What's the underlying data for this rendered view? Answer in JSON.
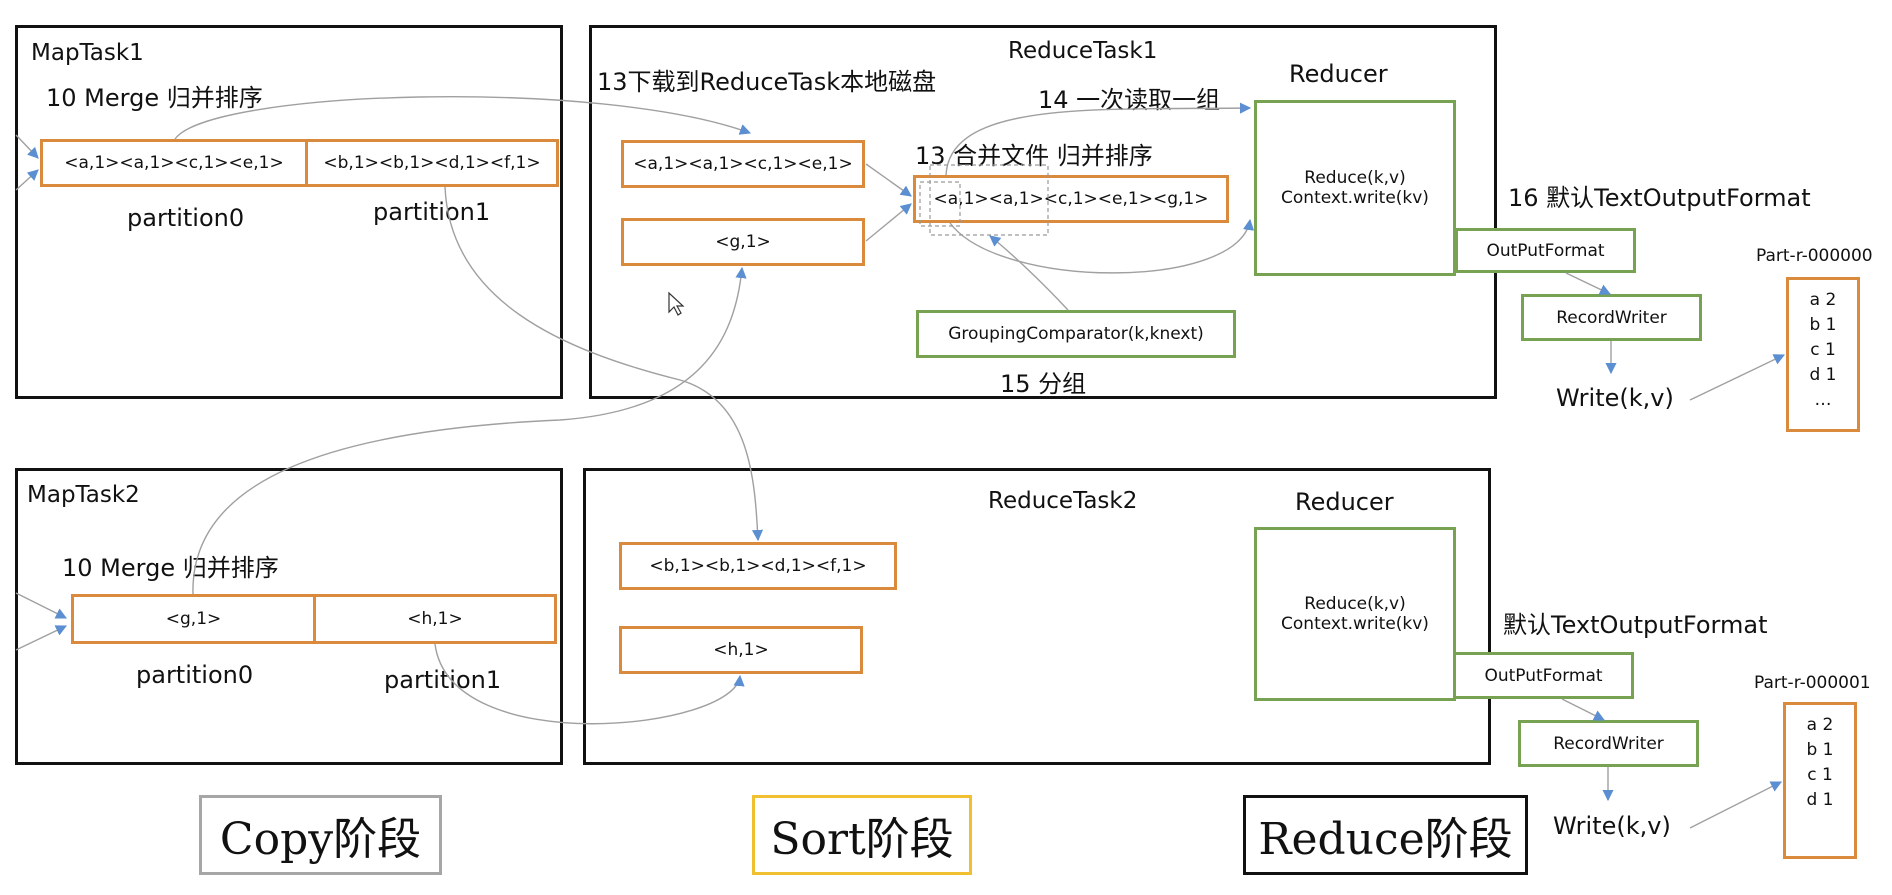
{
  "map_task1": {
    "title": "MapTask1",
    "step": "10 Merge 归并排序",
    "seg0": "<a,1><a,1><c,1><e,1>",
    "seg1": "<b,1><b,1><d,1><f,1>",
    "part0": "partition0",
    "part1": "partition1"
  },
  "map_task2": {
    "title": "MapTask2",
    "step": "10 Merge 归并排序",
    "seg0": "<g,1>",
    "seg1": "<h,1>",
    "part0": "partition0",
    "part1": "partition1"
  },
  "reduce_task1": {
    "title": "ReduceTask1",
    "step13_download": "13下载到ReduceTask本地磁盘",
    "step14": "14 一次读取一组",
    "step13_merge": "13 合并文件 归并排序",
    "file1": "<a,1><a,1><c,1><e,1>",
    "file2": "<g,1>",
    "merged": "<a,1><a,1><c,1><e,1><g,1>",
    "grouping": "GroupingComparator(k,knext)",
    "step15": "15 分组",
    "reducer_title": "Reducer",
    "reducer_line1": "Reduce(k,v)",
    "reducer_line2": "Context.write(kv)"
  },
  "reduce_task2": {
    "title": "ReduceTask2",
    "file1": "<b,1><b,1><d,1><f,1>",
    "file2": "<h,1>",
    "reducer_title": "Reducer",
    "reducer_line1": "Reduce(k,v)",
    "reducer_line2": "Context.write(kv)"
  },
  "output1": {
    "format_label": "16 默认TextOutputFormat",
    "outputformat": "OutPutFormat",
    "recordwriter": "RecordWriter",
    "write": "Write(k,v)",
    "file_name": "Part-r-000000",
    "lines": [
      "a 2",
      "b 1",
      "c 1",
      "d 1",
      "…"
    ]
  },
  "output2": {
    "format_label": "默认TextOutputFormat",
    "outputformat": "OutPutFormat",
    "recordwriter": "RecordWriter",
    "write": "Write(k,v)",
    "file_name": "Part-r-000001",
    "lines": [
      "a 2",
      "b 1",
      "c 1",
      "d 1"
    ]
  },
  "stages": {
    "copy": "Copy阶段",
    "sort": "Sort阶段",
    "reduce": "Reduce阶段"
  },
  "colors": {
    "block_border": "#111111",
    "file_border": "#d98a3d",
    "component_border": "#77a251",
    "arrow": "#5b8fd1",
    "connector": "#a0a0a0",
    "stage_copy_border": "#a6a6a6",
    "stage_sort_border": "#f0c030",
    "stage_reduce_border": "#111111"
  }
}
